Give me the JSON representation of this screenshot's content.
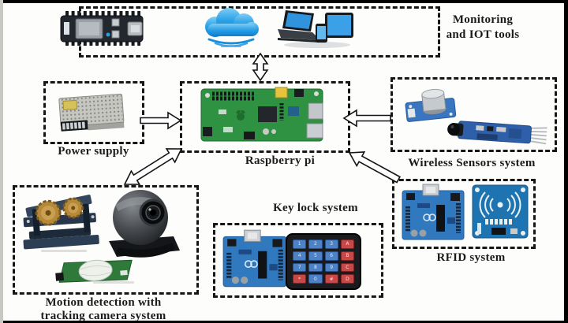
{
  "diagram": {
    "nodes": {
      "monitoring": {
        "label_lines": [
          "Monitoring",
          "and IOT tools"
        ],
        "images": [
          "wifi-dev-board",
          "cloud",
          "computing-devices"
        ]
      },
      "power_supply": {
        "label": "Power supply",
        "images": [
          "power-supply-unit"
        ]
      },
      "raspberry_pi": {
        "label": "Raspberry pi",
        "images": [
          "raspberry-pi-board"
        ]
      },
      "wireless_sensors": {
        "label": "Wireless Sensors system",
        "images": [
          "gas-sensor-module",
          "ir-sensor-module"
        ]
      },
      "rfid": {
        "label": "RFID system",
        "images": [
          "arduino-uno-board",
          "rfid-reader-module"
        ]
      },
      "key_lock": {
        "label": "Key lock system",
        "images": [
          "arduino-uno-board",
          "matrix-keypad"
        ]
      },
      "motion": {
        "label_lines": [
          "Motion detection with",
          "tracking camera system"
        ],
        "images": [
          "pan-tilt-servo-assembly",
          "webcam",
          "pir-motion-sensor"
        ]
      }
    },
    "keypad": {
      "keys": [
        [
          "1",
          "2",
          "3",
          "A"
        ],
        [
          "4",
          "5",
          "6",
          "B"
        ],
        [
          "7",
          "8",
          "9",
          "C"
        ],
        [
          "*",
          "0",
          "#",
          "D"
        ]
      ]
    },
    "connections": [
      {
        "from": "monitoring",
        "to": "raspberry_pi",
        "arrow": "double"
      },
      {
        "from": "power_supply",
        "to": "raspberry_pi",
        "arrow": "single"
      },
      {
        "from": "wireless_sensors",
        "to": "raspberry_pi",
        "arrow": "single"
      },
      {
        "from": "rfid",
        "to": "raspberry_pi",
        "arrow": "single"
      },
      {
        "from": "motion",
        "to": "raspberry_pi",
        "arrow": "double"
      }
    ],
    "colors": {
      "dashed_border": "#161616",
      "cloud_blue": "#2aa0e8",
      "screen_blue": "#3aa0e8",
      "board_green": "#2f9242",
      "arduino_blue": "#3079be",
      "rfid_blue": "#1d74b0",
      "sensor_blue": "#3a76c0",
      "keypad_key_blue": "#4d82c6",
      "keypad_key_red": "#c84848",
      "psu_silver": "#c6c6c1"
    }
  }
}
